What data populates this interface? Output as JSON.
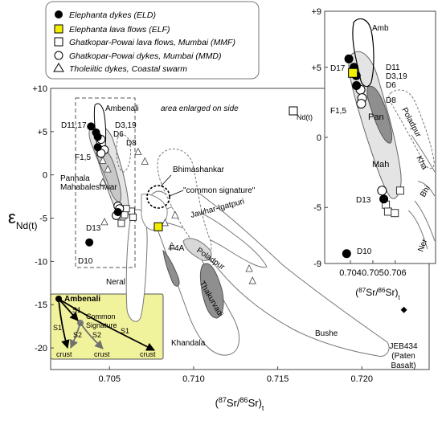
{
  "colors": {
    "fill_black": "#000000",
    "field_light": "#e4e4e4",
    "field_mid": "#c8c8c8",
    "field_dark": "#8f8f8f",
    "inset_bg": "#f1f29c",
    "yellow": "#f2ee00"
  },
  "legend": {
    "items": [
      {
        "text": "Elephanta dykes (ELD)",
        "symbol": "black-circle"
      },
      {
        "text": "Elephanta lava flows (ELF)",
        "symbol": "yellow-square"
      },
      {
        "text": "Ghatkopar-Powai lava flows, Mumbai (MMF)",
        "symbol": "open-square"
      },
      {
        "text": "Ghatkopar-Powai dykes, Mumbai (MMD)",
        "symbol": "open-circle"
      },
      {
        "text": "Tholeiitic dykes, Coastal swarm",
        "symbol": "open-triangle"
      }
    ]
  },
  "chart_data": [
    {
      "type": "scatter",
      "name": "main",
      "xlabel": "(87Sr/86Sr)t",
      "ylabel": "εNd(t)",
      "xlim": [
        0.7015,
        0.724
      ],
      "ylim": [
        -22.5,
        10
      ],
      "xticks": [
        {
          "v": 0.705,
          "label": "0.705"
        },
        {
          "v": 0.71,
          "label": "0.710"
        },
        {
          "v": 0.715,
          "label": "0.715"
        },
        {
          "v": 0.72,
          "label": "0.720"
        }
      ],
      "yticks": [
        {
          "v": 10,
          "label": "+10"
        },
        {
          "v": 5,
          "label": "+5"
        },
        {
          "v": 0,
          "label": "0"
        },
        {
          "v": -5,
          "label": "-5"
        },
        {
          "v": -10,
          "label": "-10"
        },
        {
          "v": -15,
          "label": "-15"
        },
        {
          "v": -20,
          "label": "-20"
        }
      ],
      "series": [
        {
          "name": "Elephanta dykes (ELD)",
          "symbol": "black-circle",
          "points": [
            {
              "x": 0.7039,
              "y": 5.6
            },
            {
              "x": 0.7042,
              "y": 4.9
            },
            {
              "x": 0.7043,
              "y": 4.4
            },
            {
              "x": 0.7043,
              "y": 3.2
            },
            {
              "x": 0.7055,
              "y": -4.3
            },
            {
              "x": 0.7038,
              "y": -7.8
            }
          ]
        },
        {
          "name": "Elephanta lava flows (ELF)",
          "symbol": "yellow-square",
          "points": [
            {
              "x": 0.7079,
              "y": -6.0
            }
          ]
        },
        {
          "name": "Ghatkopar-Powai lava flows, Mumbai (MMF)",
          "symbol": "open-square",
          "points": [
            {
              "x": 0.7057,
              "y": -5.6
            },
            {
              "x": 0.7059,
              "y": -4.6
            },
            {
              "x": 0.7063,
              "y": -4.2
            },
            {
              "x": 0.7064,
              "y": -4.9
            },
            {
              "x": 0.706,
              "y": -3.9
            }
          ]
        },
        {
          "name": "Ghatkopar-Powai dykes, Mumbai (MMD)",
          "symbol": "open-circle",
          "points": [
            {
              "x": 0.7045,
              "y": 4.1
            },
            {
              "x": 0.7047,
              "y": 2.9
            },
            {
              "x": 0.7045,
              "y": 2.5
            },
            {
              "x": 0.7055,
              "y": -3.6
            },
            {
              "x": 0.7056,
              "y": -3.9
            },
            {
              "x": 0.7054,
              "y": -4.7
            }
          ]
        },
        {
          "name": "Tholeiitic dykes, Coastal swarm",
          "symbol": "open-triangle",
          "points": [
            {
              "x": 0.7046,
              "y": 1.7
            },
            {
              "x": 0.7049,
              "y": 0.7
            },
            {
              "x": 0.7046,
              "y": -0.8
            },
            {
              "x": 0.7047,
              "y": -5.4
            },
            {
              "x": 0.7067,
              "y": 2.7
            },
            {
              "x": 0.7071,
              "y": 1.6
            },
            {
              "x": 0.7089,
              "y": -4.6
            },
            {
              "x": 0.7083,
              "y": -5.5
            },
            {
              "x": 0.7133,
              "y": -10.8
            },
            {
              "x": 0.7135,
              "y": -12.2
            },
            {
              "x": 0.7087,
              "y": -8.2
            }
          ]
        },
        {
          "name": "JEB434 (Paten Basalt)",
          "symbol": "black-diamond",
          "points": [
            {
              "x": 0.7225,
              "y": -15.6
            }
          ]
        }
      ]
    },
    {
      "type": "scatter",
      "name": "inset",
      "xlabel": "(87Sr/86Sr)t",
      "ylabel": "",
      "xlim": [
        0.70285,
        0.7078
      ],
      "ylim": [
        -9,
        9
      ],
      "xticks": [
        {
          "v": 0.704,
          "label": "0.704"
        },
        {
          "v": 0.705,
          "label": "0.705"
        },
        {
          "v": 0.706,
          "label": "0.706"
        }
      ],
      "yticks": [
        {
          "v": 9,
          "label": "+9"
        },
        {
          "v": 5,
          "label": "+5"
        },
        {
          "v": 0,
          "label": "0"
        },
        {
          "v": -5,
          "label": "-5"
        },
        {
          "v": -9,
          "label": "-9"
        }
      ],
      "series": [
        {
          "name": "Elephanta dykes (ELD)",
          "symbol": "black-circle",
          "points": [
            {
              "x": 0.70393,
              "y": 5.6
            },
            {
              "x": 0.70416,
              "y": 5.0
            },
            {
              "x": 0.70426,
              "y": 4.4
            },
            {
              "x": 0.70427,
              "y": 3.7
            },
            {
              "x": 0.70549,
              "y": -4.4
            },
            {
              "x": 0.70383,
              "y": -8.3
            }
          ]
        },
        {
          "name": "Elephanta lava flows (ELF)",
          "symbol": "yellow-square",
          "points": [
            {
              "x": 0.70411,
              "y": 4.6
            }
          ]
        },
        {
          "name": "Ghatkopar-Powai lava flows, Mumbai (MMF)",
          "symbol": "open-square",
          "points": [
            {
              "x": 0.70558,
              "y": -4.8
            },
            {
              "x": 0.70568,
              "y": -5.3
            },
            {
              "x": 0.70598,
              "y": -5.4
            },
            {
              "x": 0.70622,
              "y": -3.8
            }
          ]
        },
        {
          "name": "Ghatkopar-Powai dykes, Mumbai (MMD)",
          "symbol": "open-circle",
          "points": [
            {
              "x": 0.70445,
              "y": 3.4
            },
            {
              "x": 0.70452,
              "y": 2.8
            },
            {
              "x": 0.70448,
              "y": 2.4
            },
            {
              "x": 0.70541,
              "y": -3.8
            }
          ]
        }
      ]
    },
    {
      "type": "diagram",
      "name": "mixing-sketch",
      "labels": [
        "Ambenali",
        "S1",
        "Common Signature",
        "S1",
        "S2",
        "S2",
        "S1",
        "crust",
        "crust",
        "crust"
      ]
    }
  ],
  "main": {
    "annotation": "area enlarged on side",
    "bhimashankar": "Bhimashankar",
    "common_signature": "\"common signature\"",
    "fields": {
      "ambenali": "Ambenali",
      "panhala": "Panhala",
      "mahabaleshwar": "Mahabaleshwar",
      "neral": "Neral",
      "khandala": "Khandala",
      "jawhar": "Jawhar-Igatpuri",
      "poladpur": "Poladpur",
      "thakurvadi": "Thakurvadi",
      "bushe": "Bushe"
    },
    "samples": {
      "d11_17": "D11,17",
      "d3_19": "D3,19",
      "d6": "D6",
      "d8": "D8",
      "f15": "F1,5",
      "d13": "D13",
      "d10": "D10",
      "f4a": "F4A"
    },
    "jeb": {
      "l1": "JEB434",
      "l2": "(Paten",
      "l3": "Basalt)"
    },
    "nd_symbol": "Nd(t)"
  },
  "inset": {
    "fields": {
      "amb": "Amb",
      "pan": "Pan",
      "mah": "Mah",
      "poladpur": "Poladpur",
      "kha": "Kha",
      "bhi": "Bhi",
      "ner": "Ner"
    },
    "samples": {
      "d17": "D17",
      "d11": "D11",
      "d3_19": "D3,19",
      "d6": "D6",
      "d8": "D8",
      "f15": "F1,5",
      "d13": "D13",
      "d10": "D10"
    }
  },
  "sketch": {
    "ambenali": "Ambenali",
    "s1": "S1",
    "common": "Common",
    "signature": "Signature",
    "s2": "S2",
    "crust": "crust"
  }
}
